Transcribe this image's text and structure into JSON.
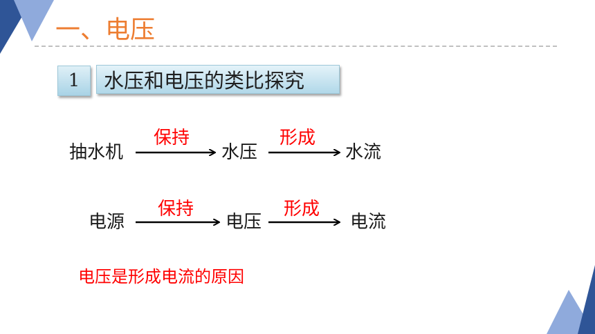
{
  "slide": {
    "title": "一、电压",
    "section_number": "1",
    "section_title": "水压和电压的类比探究",
    "water_chain": {
      "source": "抽水机",
      "arrow1_label": "保持",
      "middle": "水压",
      "arrow2_label": "形成",
      "result": "水流"
    },
    "electric_chain": {
      "source": "电源",
      "arrow1_label": "保持",
      "middle": "电压",
      "arrow2_label": "形成",
      "result": "电流"
    },
    "conclusion": "电压是形成电流的原因"
  },
  "colors": {
    "title": "#ED7D31",
    "highlight": "#FF0000",
    "deco_dark": "#2F5597",
    "deco_light": "#8FAADC"
  }
}
